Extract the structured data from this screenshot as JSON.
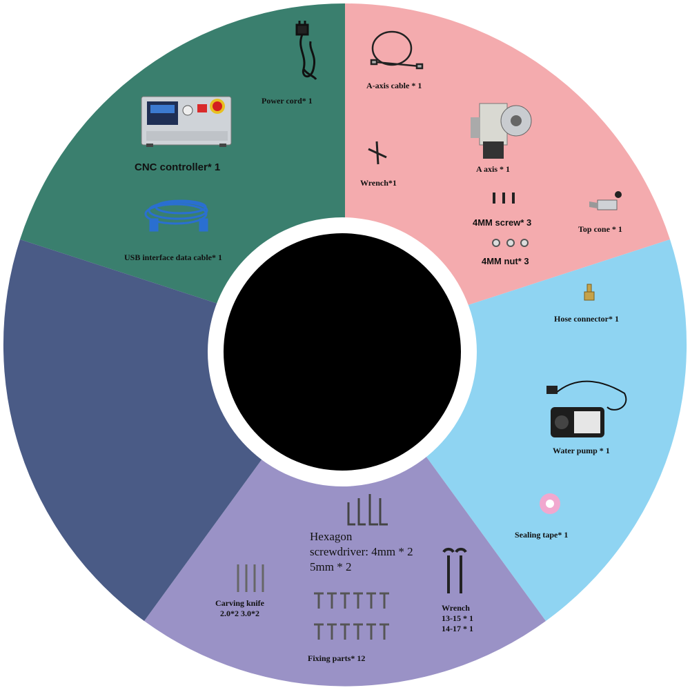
{
  "colors": {
    "controller_sector": "#3a7f6e",
    "axis_sector": "#f4abae",
    "water_sector": "#8fd4f2",
    "tools_sector": "#9a92c6",
    "blank_sector": "#4a5b86",
    "center": "#000000",
    "ring": "#ffffff"
  },
  "items": {
    "power_cord": "Power cord* 1",
    "cnc_controller": "CNC controller* 1",
    "usb_cable": "USB interface data cable* 1",
    "a_axis_cable": "A-axis cable * 1",
    "wrench_t": "Wrench*1",
    "a_axis": "A axis * 1",
    "screw_4mm": "4MM screw* 3",
    "top_cone": "Top cone * 1",
    "nut_4mm": "4MM nut* 3",
    "hose_connector": "Hose connector* 1",
    "water_pump": "Water pump * 1",
    "sealing_tape": "Sealing tape* 1",
    "hexagon": "Hexagon screwdriver: 4mm * 2 5mm * 2",
    "carving_knife_line1": "Carving knife",
    "carving_knife_line2": "2.0*2 3.0*2",
    "fixing_parts": "Fixing parts* 12",
    "wrench_line1": "Wrench",
    "wrench_line2": "13-15 * 1",
    "wrench_line3": "14-17 * 1"
  }
}
